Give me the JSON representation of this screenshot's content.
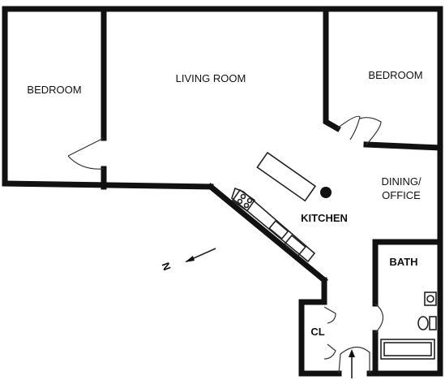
{
  "rooms": {
    "bedroom_left": "BEDROOM",
    "living_room": "LIVING ROOM",
    "bedroom_right": "BEDROOM",
    "dining_line1": "DINING/",
    "dining_line2": "OFFICE",
    "kitchen": "KITCHEN",
    "bath": "BATH",
    "closet": "CL"
  },
  "compass": {
    "letter": "N"
  },
  "colors": {
    "wall": "#111111",
    "background": "#ffffff"
  },
  "icons": {
    "north_arrow": "arrow-icon",
    "entry_arrow": "arrow-up-icon"
  }
}
